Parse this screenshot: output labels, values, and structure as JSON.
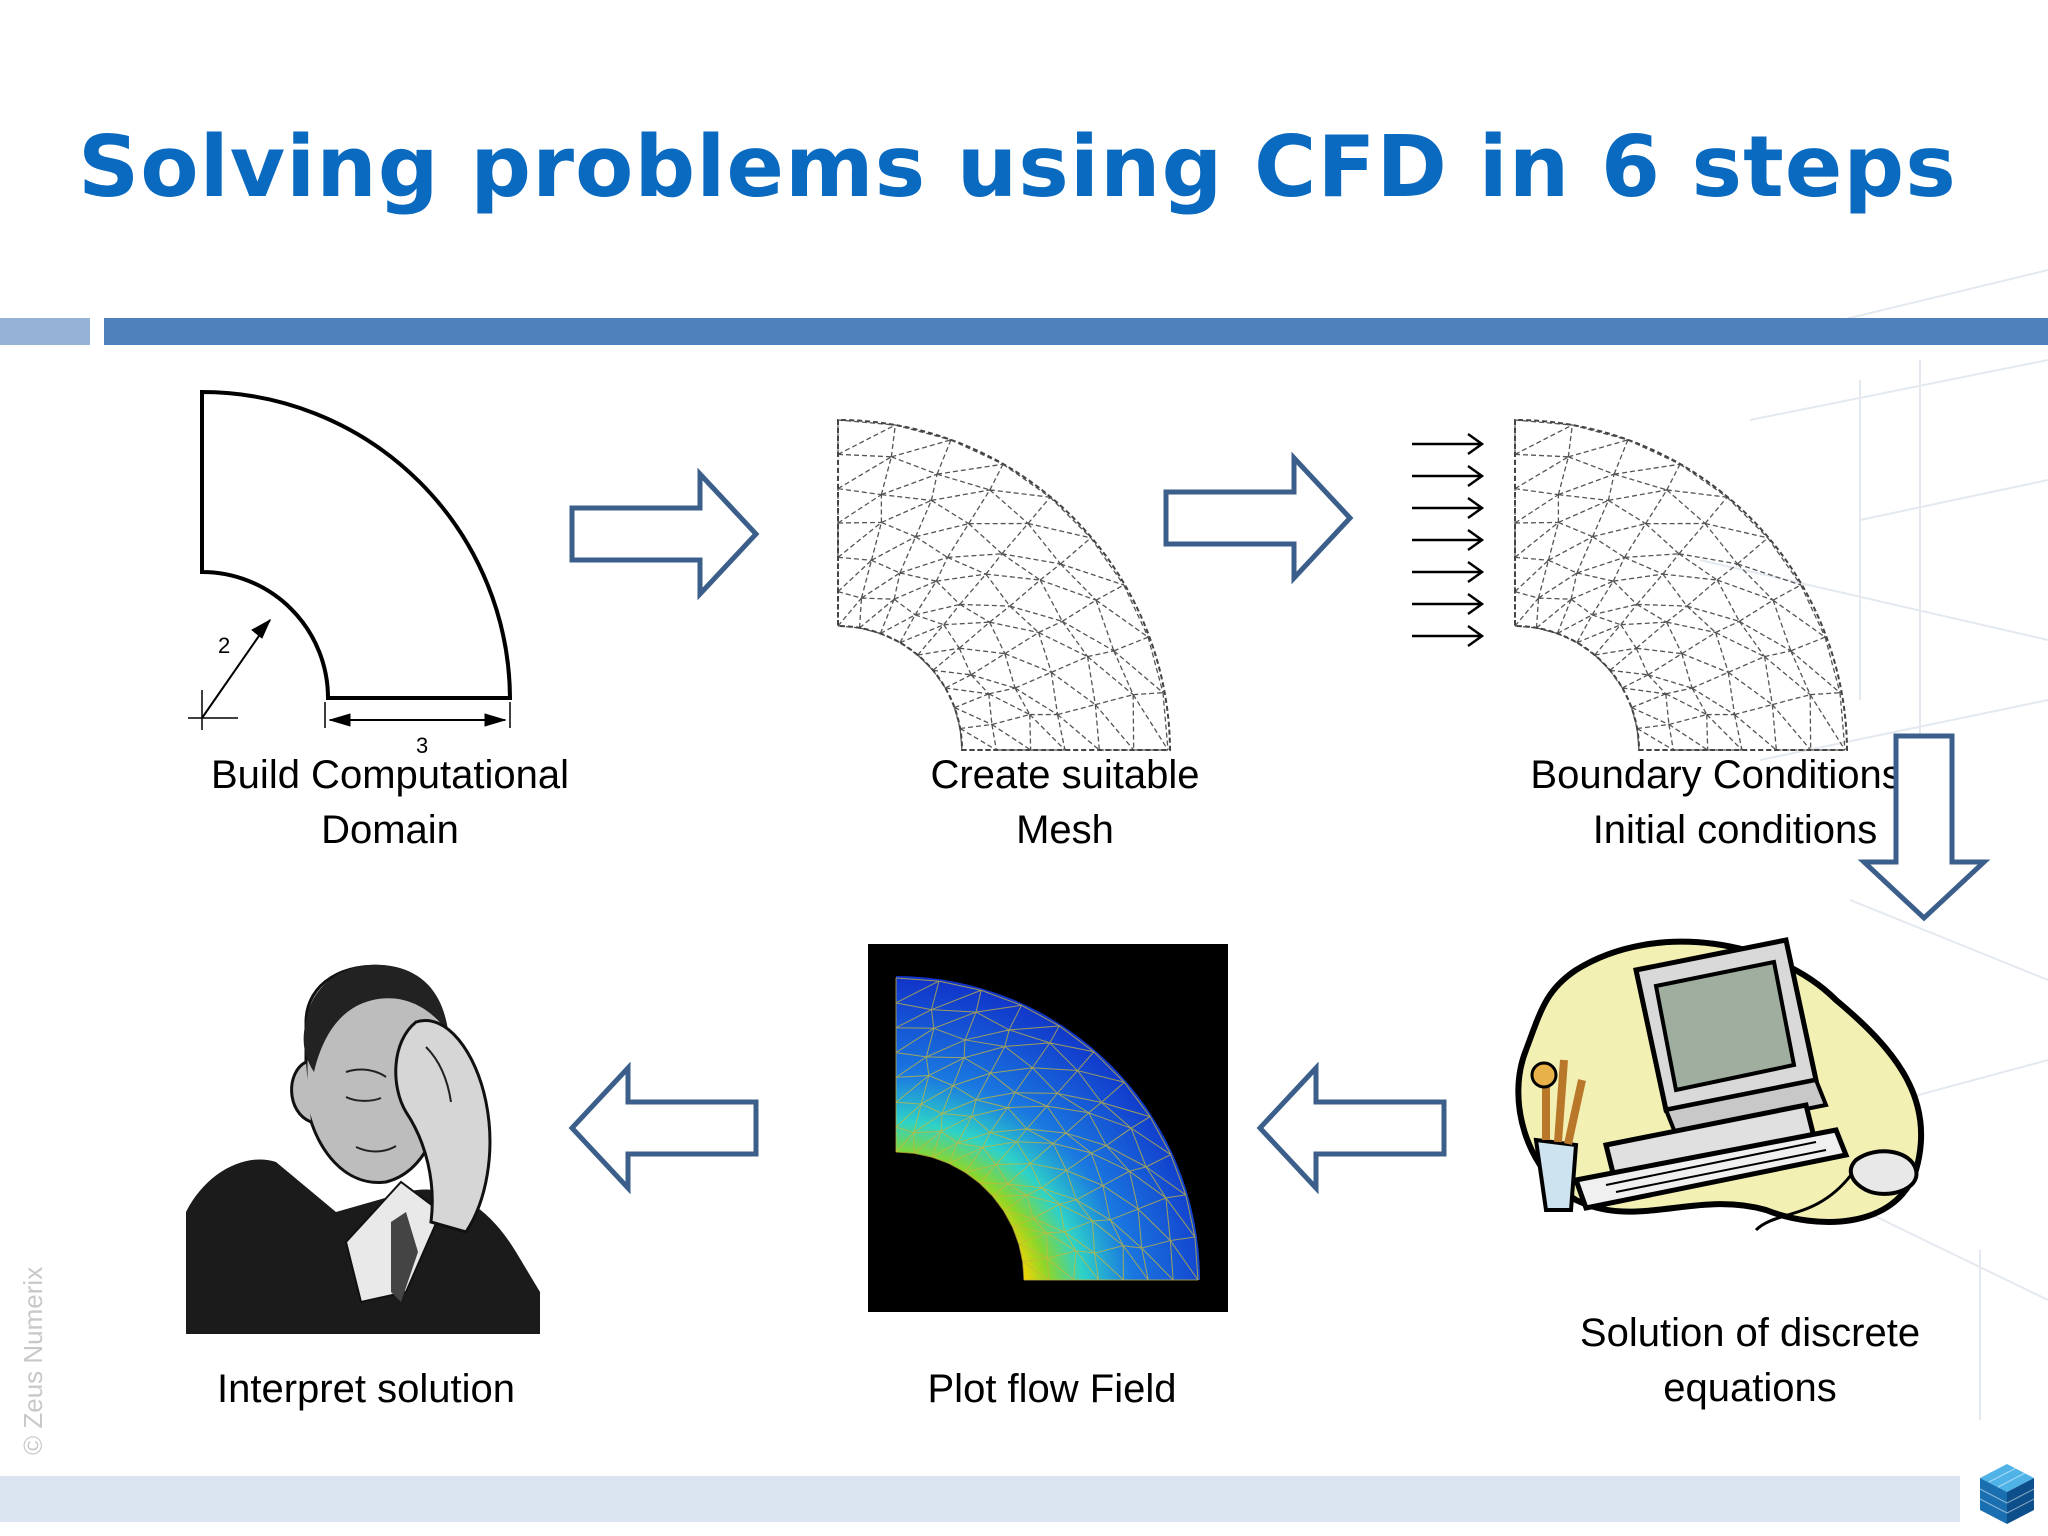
{
  "slide": {
    "title": "Solving problems using CFD in 6 steps",
    "copyright": "© Zeus Numerix"
  },
  "colors": {
    "title": "#0a6abf",
    "band_light": "#95b3d7",
    "band_dark": "#4f81bd",
    "arrow_stroke": "#3b5f8a",
    "footer": "#dbe5f1"
  },
  "steps": [
    {
      "id": "step1",
      "lines": [
        "Build Computational",
        "Domain"
      ]
    },
    {
      "id": "step2",
      "lines": [
        "Create suitable",
        "Mesh"
      ]
    },
    {
      "id": "step3",
      "lines": [
        "Boundary Conditions &",
        "Initial conditions"
      ]
    },
    {
      "id": "step4",
      "lines": [
        "Solution of discrete",
        "equations"
      ]
    },
    {
      "id": "step5",
      "lines": [
        "Plot flow Field"
      ]
    },
    {
      "id": "step6",
      "lines": [
        "Interpret solution"
      ]
    }
  ],
  "domain_sketch": {
    "inner_radius_label": "2",
    "width_label": "3"
  }
}
